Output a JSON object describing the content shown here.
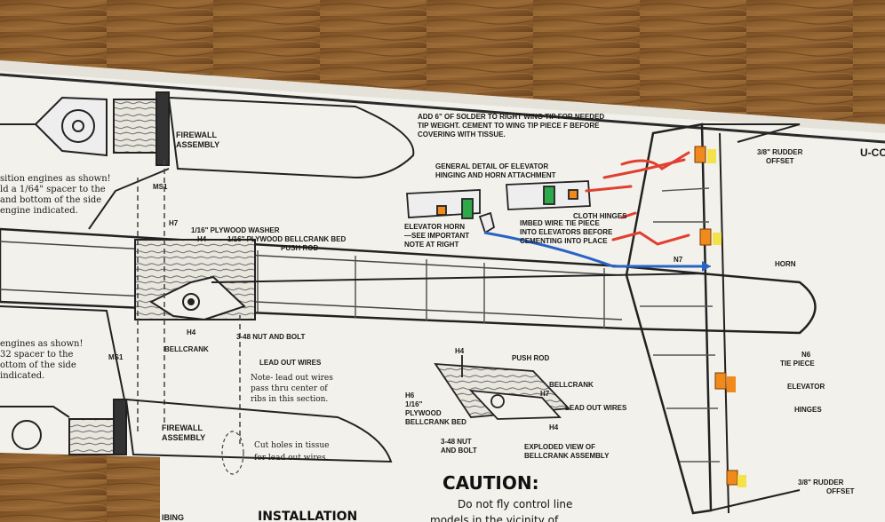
{
  "photo": {
    "colors": {
      "wood": "#8a5a2b",
      "paper": "#f2f0ea",
      "ink": "#1f1f1f",
      "orange": "#f08a1c",
      "green": "#2fa84a",
      "red_ink": "#e04030",
      "blue_ink": "#2a63c4",
      "yellow": "#f4e24a"
    },
    "labels": {
      "firewall_top": "FIREWALL",
      "assembly_top": "ASSEMBLY",
      "engine_note_1": "sition engines as shown!",
      "engine_note_2": "ld a 1/64\" spacer to the",
      "engine_note_3": "and bottom of the side",
      "engine_note_4": "engine indicated.",
      "ms1_top": "MS1",
      "h7_top": "H7",
      "plywood_washer": "1/16\" PLYWOOD WASHER",
      "h4_top": "H4",
      "bellcrank_bed": "1/16\" PLYWOOD BELLCRANK BED",
      "push_rod": "PUSH ROD",
      "solder_1": "ADD 6\" OF SOLDER TO RIGHT WING TIP FOR NEEDED",
      "solder_2": "TIP WEIGHT. CEMENT TO WING TIP PIECE F  BEFORE",
      "solder_3": "COVERING WITH TISSUE.",
      "general_detail_1": "GENERAL DETAIL OF ELEVATOR",
      "general_detail_2": "HINGING AND HORN ATTACHMENT",
      "elevator_horn_1": "ELEVATOR HORN",
      "elevator_horn_2": "—SEE IMPORTANT",
      "elevator_horn_3": "NOTE AT RIGHT",
      "imbed_1": "IMBED WIRE TIE PIECE",
      "imbed_2": "INTO ELEVATORS BEFORE",
      "imbed_3": "CEMENTING INTO PLACE",
      "cloth_hinges": "CLOTH HINGES",
      "rudder_offset_top_1": "3/8\" RUDDER",
      "rudder_offset_top_2": "OFFSET",
      "u_control": "U-CO",
      "n7": "N7",
      "horn": "HORN",
      "n6": "N6",
      "tie_piece": "TIE PIECE",
      "elevator": "ELEVATOR",
      "hinges": "HINGES",
      "engines_note_1": "engines as shown!",
      "engines_note_2": "32 spacer to the",
      "engines_note_3": "ottom of the side",
      "engines_note_4": "indicated.",
      "ms1_bottom": "MS1",
      "h4_bellcrank": "H4",
      "bellcrank": "BELLCRANK",
      "nut_bolt": "3-48 NUT AND BOLT",
      "lead_out_wires": "LEAD OUT WIRES",
      "note_1": "Note- lead out wires",
      "note_2": "pass thru center of",
      "note_3": "ribs in this section.",
      "firewall_bottom": "FIREWALL",
      "assembly_bottom": "ASSEMBLY",
      "cut_holes_1": "Cut holes in tissue",
      "cut_holes_2": "for lead out wires.",
      "ex_h4": "H4",
      "ex_push_rod": "PUSH ROD",
      "ex_bellcrank": "BELLCRANK",
      "ex_h6": "H6",
      "ex_116": "1/16\"",
      "ex_plywood": "PLYWOOD",
      "ex_bed": "BELLCRANK BED",
      "ex_h7": "H7",
      "ex_lead": "LEAD OUT WIRES",
      "ex_h4b": "H4",
      "ex_nut_1": "3-48 NUT",
      "ex_nut_2": "AND BOLT",
      "ex_view_1": "EXPLODED VIEW OF",
      "ex_view_2": "BELLCRANK ASSEMBLY",
      "caution": "CAUTION:",
      "caution_1": "Do not fly control line",
      "caution_2": "models in the vicinity of",
      "installation": "INSTALLATION",
      "ibing": "IBING",
      "rudder_offset_bot_1": "3/8\" RUDDER",
      "rudder_offset_bot_2": "OFFSET"
    }
  }
}
